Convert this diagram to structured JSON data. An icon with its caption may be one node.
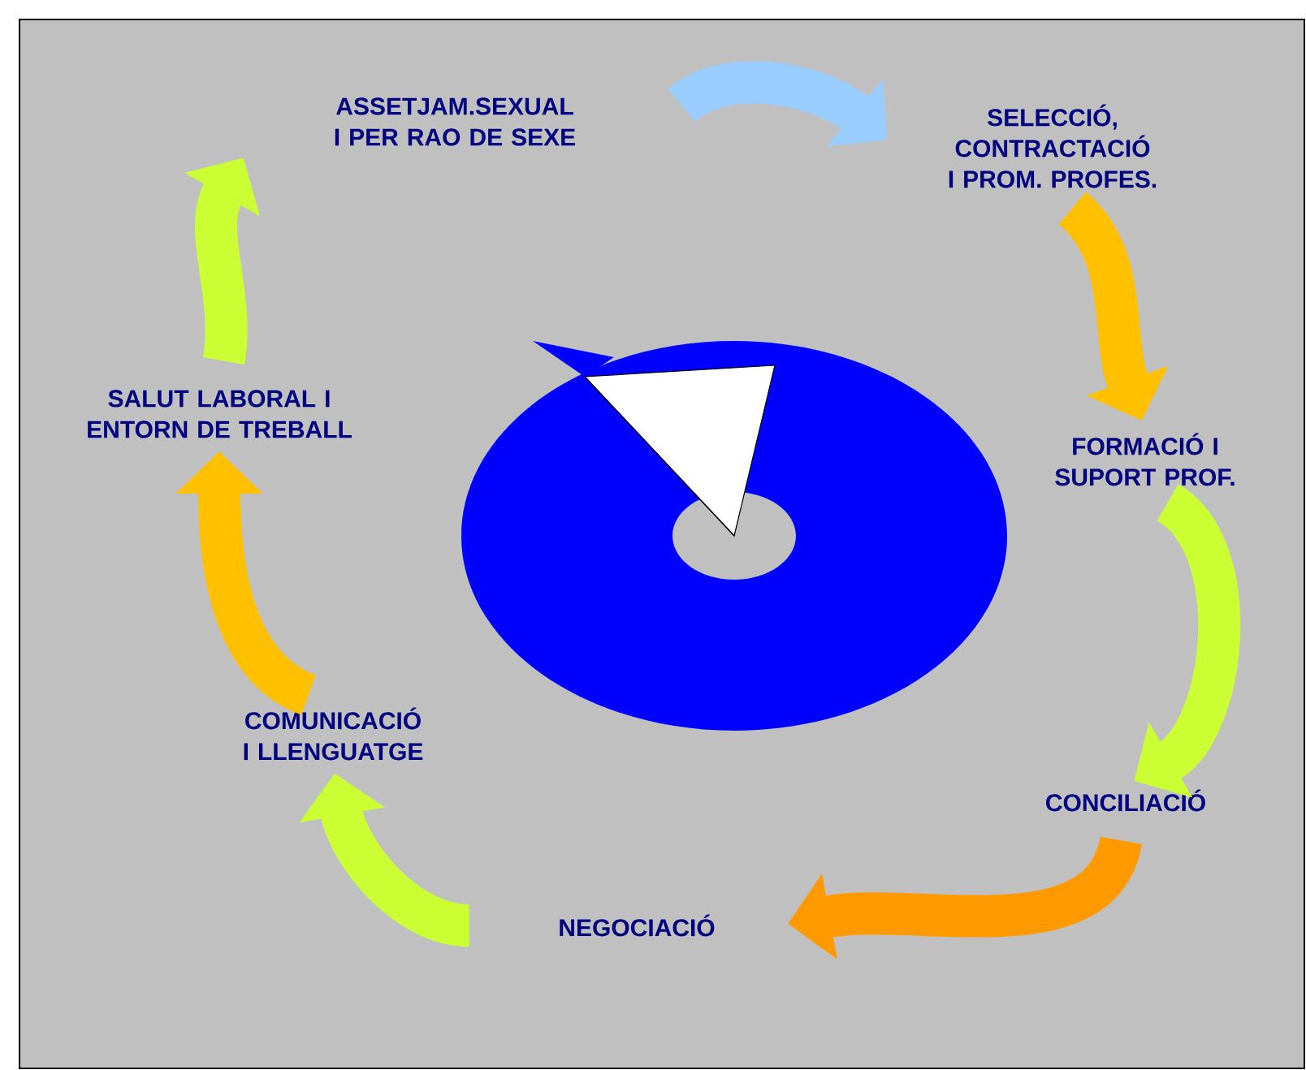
{
  "diagram": {
    "nodes": [
      {
        "text": [
          "ASSETJAM.SEXUAL I PER RAO DE SEXE"
        ]
      },
      {
        "text": [
          "SELECCIÓ, CONTRACTACIÓ I PROM. PROFES."
        ]
      },
      {
        "text": [
          "FORMACIÓ I SUPORT PROF."
        ]
      },
      {
        "text": [
          "CONCILIACIÓ"
        ]
      },
      {
        "text": [
          "NEGOCIACIÓ"
        ]
      },
      {
        "text": [
          "COMUNICACIÓ I LLENGUATGE"
        ]
      },
      {
        "text": [
          "SALUT LABORAL I ENTORN DE TREBALL"
        ]
      }
    ],
    "edges": [
      {
        "from": 0,
        "to": 1,
        "arrow": "to",
        "color": "#99ccff"
      },
      {
        "from": 1,
        "to": 2,
        "arrow": "to",
        "color": "#ffc000"
      },
      {
        "from": 2,
        "to": 3,
        "arrow": "to",
        "color": "#ccff33"
      },
      {
        "from": 3,
        "to": 4,
        "arrow": "to",
        "color": "#ff9900"
      },
      {
        "from": 4,
        "to": 5,
        "arrow": "to",
        "color": "#ccff33"
      },
      {
        "from": 5,
        "to": 6,
        "arrow": "to",
        "color": "#ffc000"
      },
      {
        "from": 6,
        "to": 0,
        "arrow": "to",
        "color": "#ccff33"
      }
    ]
  }
}
